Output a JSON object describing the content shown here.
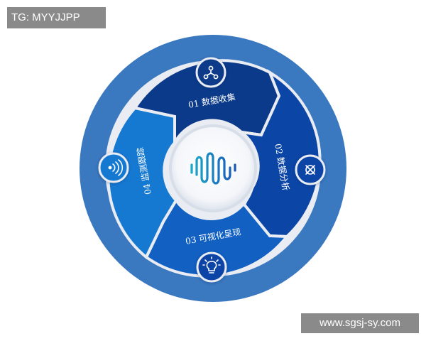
{
  "watermark": {
    "tag": "TG: MYYJJPP",
    "url": "www.sgsj-sy.com"
  },
  "diagram": {
    "colors": {
      "outer_ring": "#3a78c0",
      "gap_ring": "#e9edf3",
      "seg_01": "#0b3a8a",
      "seg_02": "#0b45a6",
      "seg_03": "#1160c2",
      "seg_04": "#1679d1",
      "center_bg": "#ffffff",
      "wave_start": "#1aa9c8",
      "wave_end": "#1a57b8"
    },
    "segments": [
      {
        "label": "01 数据收集",
        "icon": "network-nodes-icon"
      },
      {
        "label": "02 数据分析",
        "icon": "compass-icon"
      },
      {
        "label": "03 可视化呈现",
        "icon": "lightbulb-icon"
      },
      {
        "label": "04 监测跟踪",
        "icon": "signal-waves-icon"
      }
    ],
    "center_icon": "sound-wave-icon"
  }
}
